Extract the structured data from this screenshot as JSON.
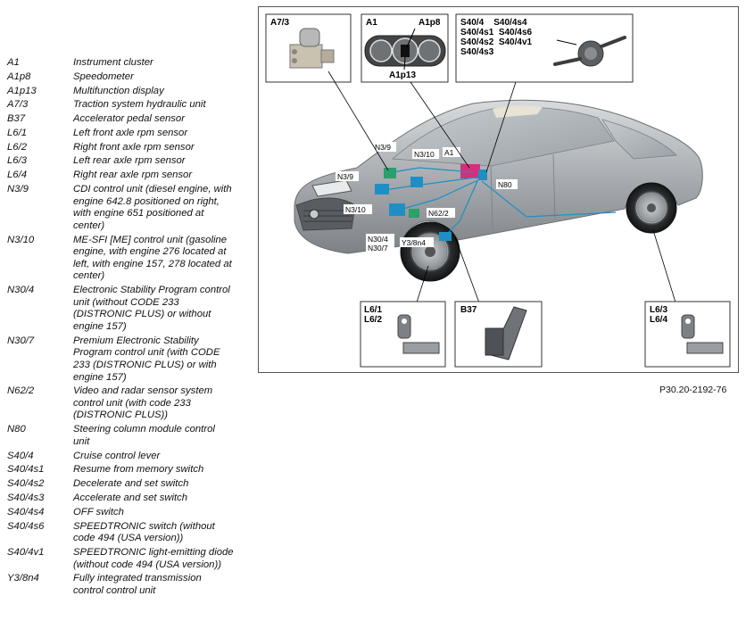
{
  "legend": [
    {
      "code": "A1",
      "desc": "Instrument cluster"
    },
    {
      "code": "A1p8",
      "desc": "Speedometer"
    },
    {
      "code": "A1p13",
      "desc": "Multifunction display"
    },
    {
      "code": "A7/3",
      "desc": "Traction system hydraulic unit"
    },
    {
      "code": "B37",
      "desc": "Accelerator pedal sensor"
    },
    {
      "code": "L6/1",
      "desc": "Left front axle rpm sensor"
    },
    {
      "code": "L6/2",
      "desc": "Right front axle rpm sensor"
    },
    {
      "code": "L6/3",
      "desc": "Left rear axle rpm sensor"
    },
    {
      "code": "L6/4",
      "desc": "Right rear axle rpm sensor"
    },
    {
      "code": "N3/9",
      "desc": "CDI control unit (diesel engine, with engine 642.8 positioned on right, with engine 651 positioned at center)"
    },
    {
      "code": "N3/10",
      "desc": "ME-SFI [ME] control unit (gasoline engine, with engine 276 located at left, with engine 157, 278 located at center)"
    },
    {
      "code": "N30/4",
      "desc": "Electronic Stability Program control unit (without CODE 233 (DISTRONIC PLUS) or without engine 157)"
    },
    {
      "code": "N30/7",
      "desc": "Premium Electronic Stability Program control unit (with CODE 233 (DISTRONIC PLUS) or with engine 157)"
    },
    {
      "code": "N62/2",
      "desc": "Video and radar sensor system control unit (with code 233 (DISTRONIC PLUS))"
    },
    {
      "code": "N80",
      "desc": "Steering column module control unit"
    },
    {
      "code": "S40/4",
      "desc": "Cruise control lever"
    },
    {
      "code": "S40/4s1",
      "desc": "Resume from memory switch"
    },
    {
      "code": "S40/4s2",
      "desc": "Decelerate and set switch"
    },
    {
      "code": "S40/4s3",
      "desc": "Accelerate and set switch"
    },
    {
      "code": "S40/4s4",
      "desc": "OFF switch"
    },
    {
      "code": "S40/4s6",
      "desc": "SPEEDTRONIC switch (without code 494 (USA version))"
    },
    {
      "code": "S40/4v1",
      "desc": "SPEEDTRONIC light-emitting diode (without code 494 (USA version))"
    },
    {
      "code": "Y3/8n4",
      "desc": "Fully integrated transmission control control unit"
    }
  ],
  "figure": {
    "id": "P30.20-2192-76",
    "boxes": {
      "a73": {
        "title": "A7/3"
      },
      "a1": {
        "title": "A1",
        "tag1": "A1p8",
        "tag2": "A1p13"
      },
      "s40": {
        "line1": "S40/4    S40/4s4",
        "line2": "S40/4s1  S40/4s6",
        "line3": "S40/4s2  S40/4v1",
        "line4": "S40/4s3"
      },
      "l61": {
        "line1": "L6/1",
        "line2": "L6/2"
      },
      "b37": {
        "title": "B37"
      },
      "l63": {
        "line1": "L6/3",
        "line2": "L6/4"
      }
    },
    "car_labels": {
      "n39a": "N3/9",
      "n310a": "N3/10",
      "n39b": "N3/9",
      "a1": "A1",
      "n80": "N80",
      "n310b": "N3/10",
      "n622": "N62/2",
      "n304": "N30/4",
      "n307": "N30/7",
      "y38n4": "Y3/8n4"
    }
  }
}
